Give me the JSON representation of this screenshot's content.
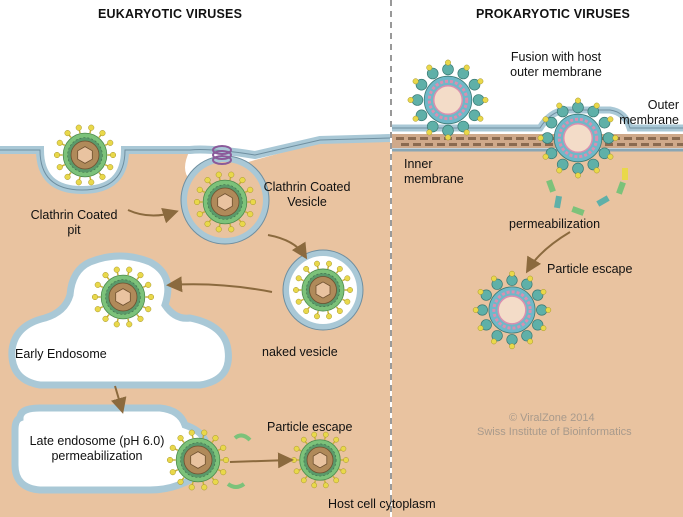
{
  "headers": {
    "eukaryotic": "EUKARYOTIC VIRUSES",
    "prokaryotic": "PROKARYOTIC VIRUSES"
  },
  "eukaryotic_labels": {
    "clathrin_pit": "Clathrin Coated\npit",
    "clathrin_vesicle": "Clathrin Coated\nVesicle",
    "naked_vesicle": "naked vesicle",
    "early_endosome": "Early Endosome",
    "late_endosome": "Late endosome (pH 6.0)\npermeabilization",
    "particle_escape": "Particle escape",
    "host_cytoplasm": "Host cell cytoplasm"
  },
  "prokaryotic_labels": {
    "fusion": "Fusion with host\nouter membrane",
    "outer_membrane": "Outer\nmembrane",
    "inner_membrane": "Inner\nmembrane",
    "permeabilization": "permeabilization",
    "particle_escape": "Particle escape"
  },
  "credits": {
    "line1": "© ViralZone 2014",
    "line2": "Swiss Institute of Bioinformatics"
  },
  "colors": {
    "cytoplasm": "#e9c3a0",
    "membrane": "#a9c8d6",
    "arrow": "#8b6a3e",
    "capsid_green": "#7cc27a",
    "spike_yellow": "#e9d84a",
    "core_brown": "#b08a5a",
    "prok_teal": "#5fb0a8",
    "prok_pink": "#d98fb0",
    "clathrin_purple": "#8a5a9a"
  }
}
